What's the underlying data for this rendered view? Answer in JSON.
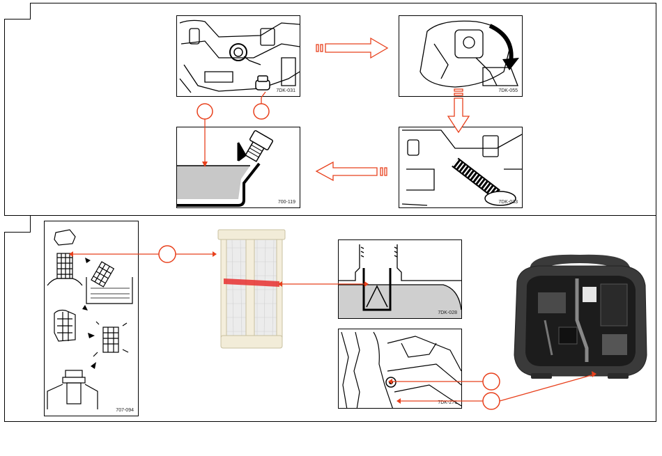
{
  "colors": {
    "callout": "#e8401c",
    "line": "#000000",
    "oil_fill": "#c8c8c8",
    "filter_red": "#e83030",
    "generator_body": "#3a3a3a"
  },
  "section_1": {
    "panels": {
      "drain_plug_location": {
        "code": "7DK-031"
      },
      "tilt_generator": {
        "code": "7DK-055"
      },
      "drain_hose": {
        "code": "7DK-033"
      },
      "oil_level": {
        "code": "700-119"
      }
    }
  },
  "section_2": {
    "panels": {
      "strainer_cleaning": {
        "code": "707-094"
      },
      "strainer_in_tank": {
        "code": "7DK-028"
      },
      "strainer_screw": {
        "code": "7DK-271"
      }
    }
  }
}
